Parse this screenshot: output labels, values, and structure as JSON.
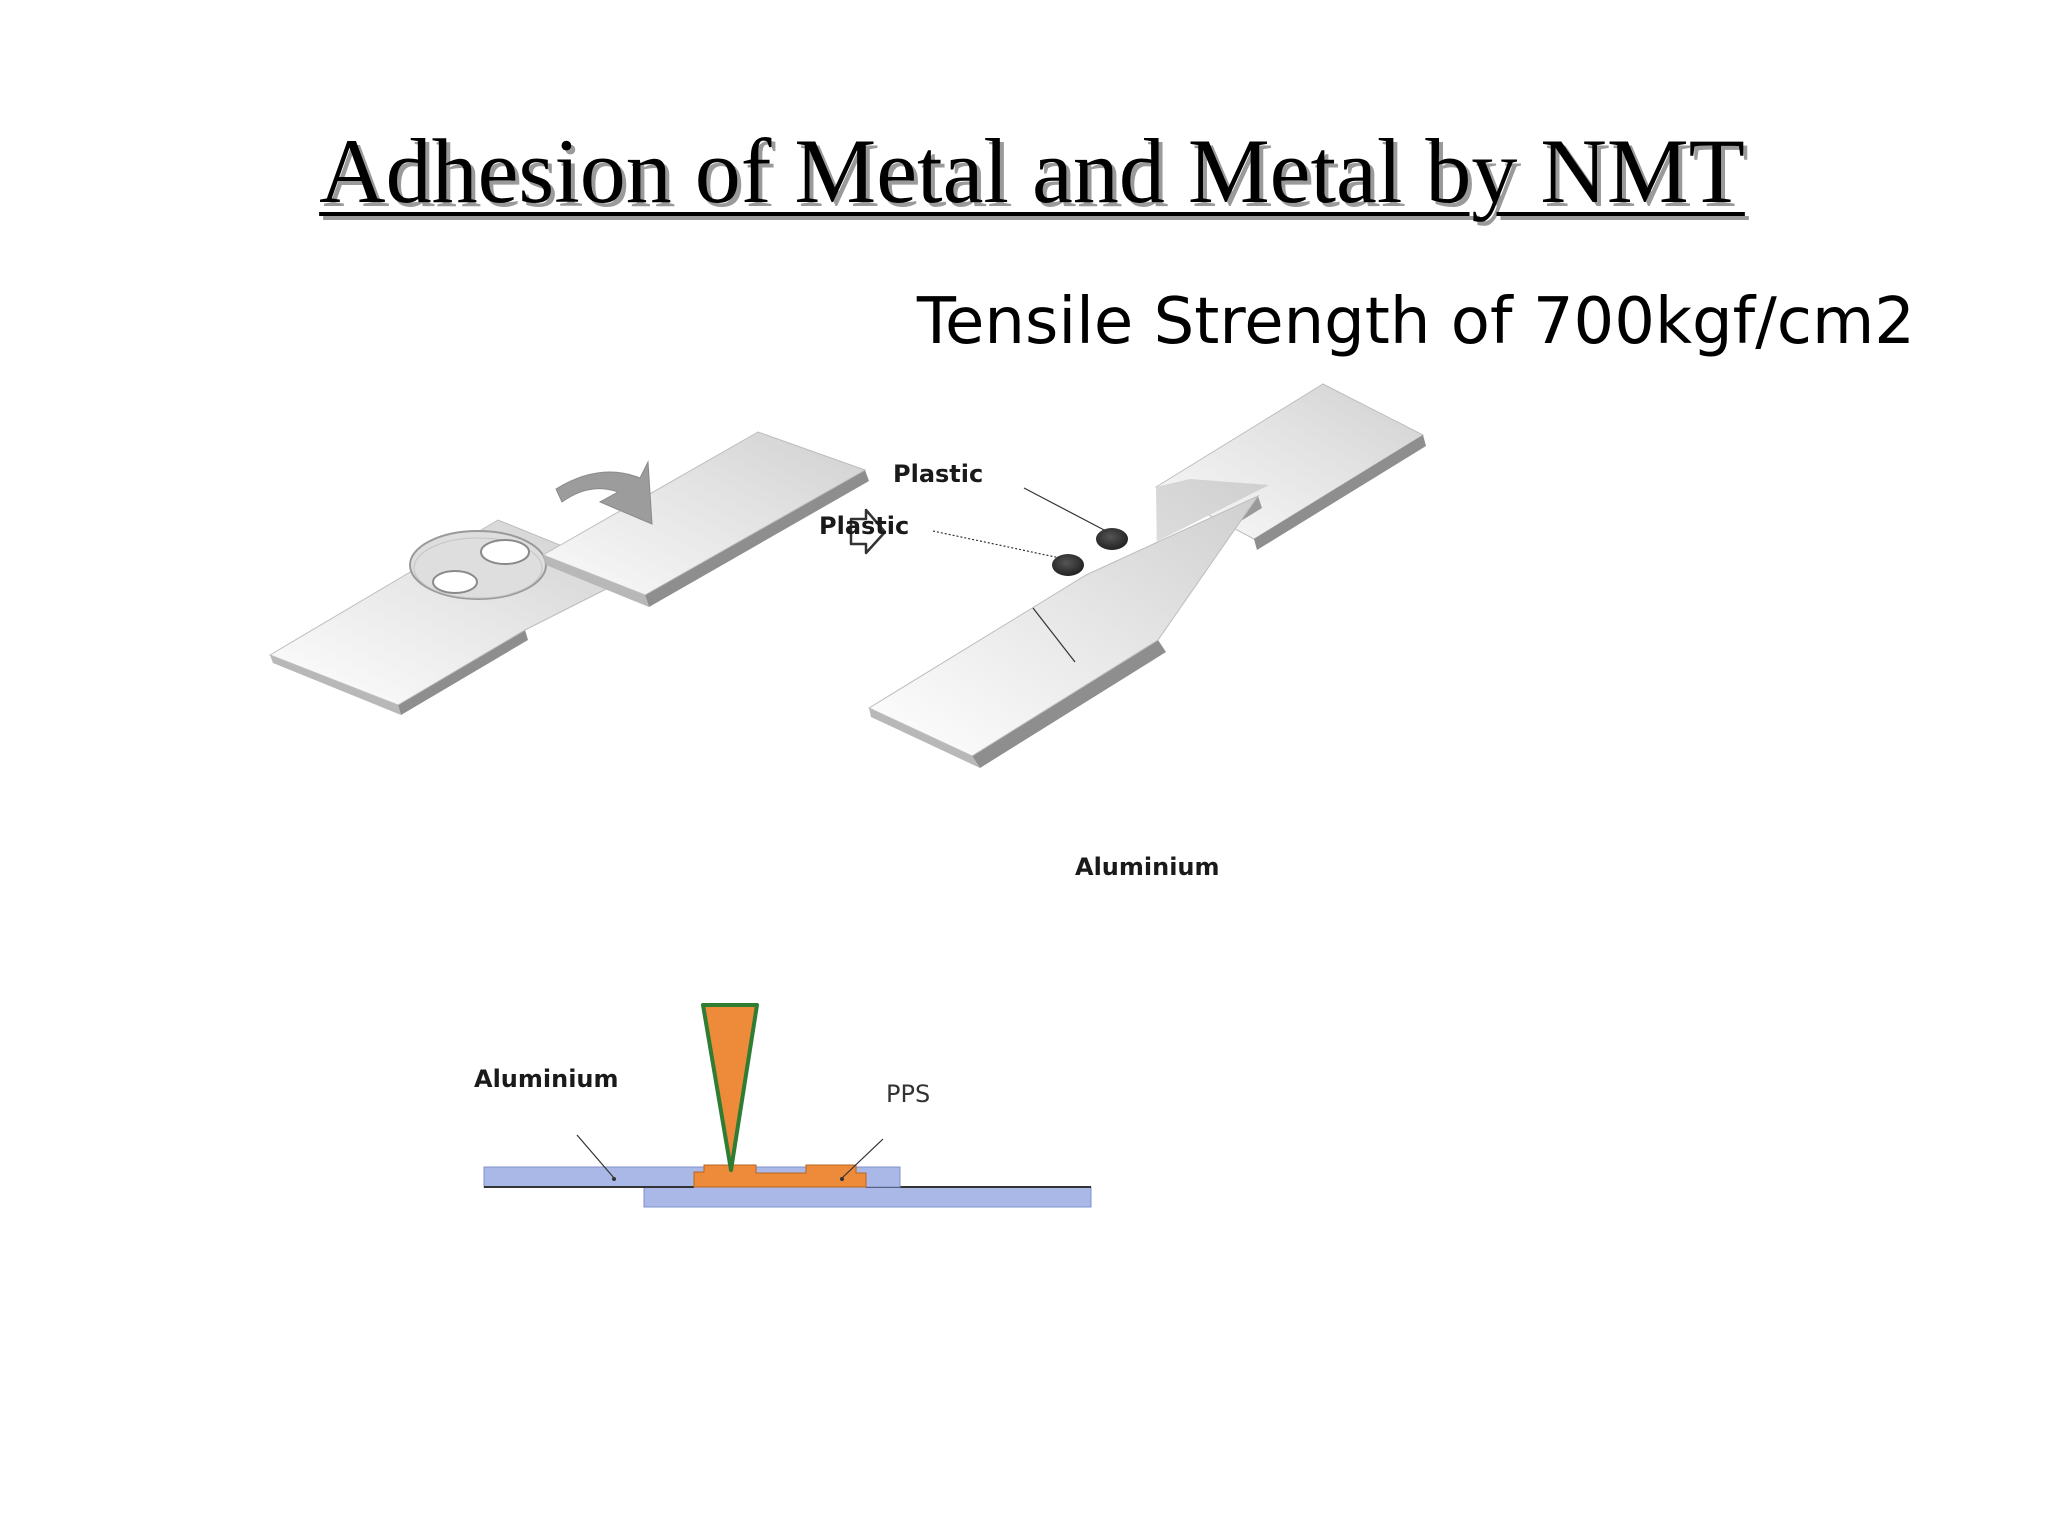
{
  "slide": {
    "title": "Adhesion of Metal and Metal by NMT",
    "subtitle": "Tensile Strength of 700kgf/cm2"
  },
  "diagram": {
    "top_labels": {
      "plastic_upper": "Plastic",
      "plastic_lower": "Plastic",
      "aluminium": "Aluminium"
    },
    "cross_section": {
      "aluminium": "Aluminium",
      "pps": "PPS"
    },
    "colors": {
      "plate_light": "#f4f4f4",
      "plate_mid": "#d8d8d8",
      "plate_edge": "#8a8a8a",
      "arrow_gray": "#9c9c9c",
      "plastic_dot": "#2e2e2e",
      "aluminium_blue": "#a9b8e6",
      "aluminium_blue_edge": "#7f90c8",
      "pps_orange": "#ed8b3a",
      "nozzle_green": "#2e7d32"
    }
  }
}
